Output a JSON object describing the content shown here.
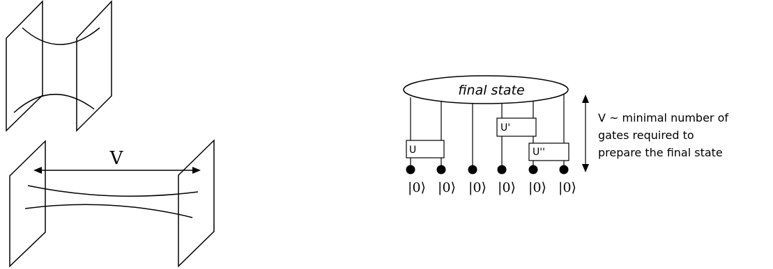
{
  "left_diagram": {
    "distance_label": "V"
  },
  "circuit": {
    "final_state_label": "final state",
    "gates": [
      "U",
      "U'",
      "U''"
    ],
    "qubit_label": "|0⟩",
    "qubit_count": 6,
    "annotation_lines": [
      "V ~ minimal number of",
      "gates required to",
      "prepare the final state"
    ]
  }
}
